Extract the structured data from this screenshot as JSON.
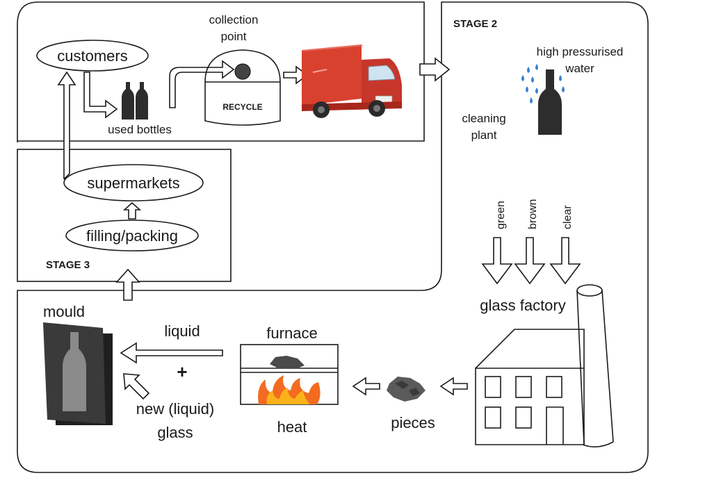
{
  "stages": {
    "stage2": "STAGE 2",
    "stage3": "STAGE 3"
  },
  "labels": {
    "collection_point_line1": "collection",
    "collection_point_line2": "point",
    "customers": "customers",
    "used_bottles": "used bottles",
    "recycle": "RECYCLE",
    "high_pressurised_line1": "high pressurised",
    "high_pressurised_line2": "water",
    "cleaning_plant_line1": "cleaning",
    "cleaning_plant_line2": "plant",
    "supermarkets": "supermarkets",
    "filling_packing": "filling/packing",
    "green": "green",
    "brown": "brown",
    "clear": "clear",
    "glass_factory": "glass factory",
    "mould": "mould",
    "liquid": "liquid",
    "plus": "+",
    "new_liquid_glass_line1": "new (liquid)",
    "new_liquid_glass_line2": "glass",
    "furnace": "furnace",
    "heat": "heat",
    "pieces": "pieces"
  },
  "colors": {
    "truck_red": "#d9412f",
    "truck_dark_red": "#a8281b",
    "water_blue": "#3b7fd0",
    "fire_orange": "#f26b21",
    "fire_yellow": "#fbb21a",
    "bottle_dark": "#2d2d2d",
    "mould_dark": "#333333",
    "pieces_grey": "#5a5a5a"
  },
  "icons": [
    "bottle-icon",
    "recycle-bin-icon",
    "truck-icon",
    "water-spray-icon",
    "factory-icon",
    "chimney-icon",
    "fire-icon",
    "mould-icon",
    "glass-pieces-icon"
  ]
}
